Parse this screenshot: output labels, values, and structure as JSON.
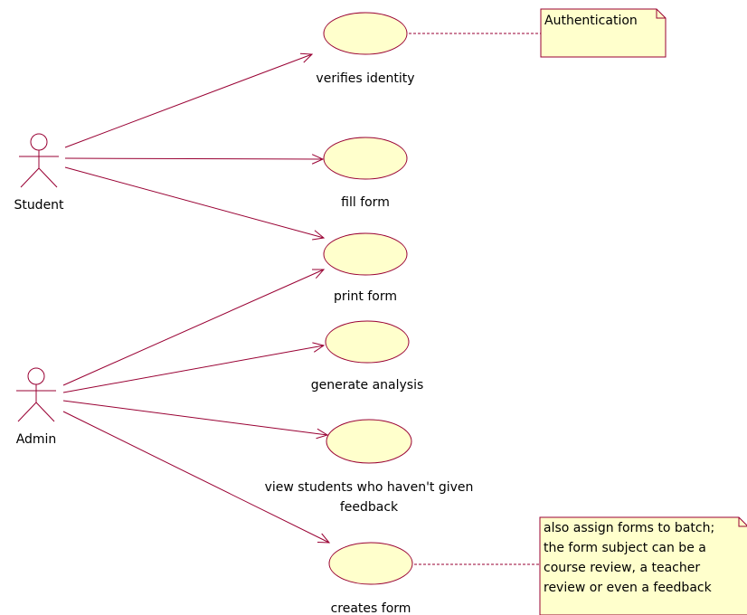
{
  "actors": [
    {
      "id": "student",
      "label": "Student"
    },
    {
      "id": "admin",
      "label": "Admin"
    }
  ],
  "use_cases": [
    {
      "id": "uc1",
      "label_lines": [
        "verifies identity"
      ]
    },
    {
      "id": "uc2",
      "label_lines": [
        "fill form"
      ]
    },
    {
      "id": "uc3",
      "label_lines": [
        "print form"
      ]
    },
    {
      "id": "uc4",
      "label_lines": [
        "generate analysis"
      ]
    },
    {
      "id": "uc5",
      "label_lines": [
        "view students who haven't given",
        "feedback"
      ]
    },
    {
      "id": "uc6",
      "label_lines": [
        "creates form"
      ]
    }
  ],
  "notes": [
    {
      "id": "note1",
      "lines": [
        "Authentication"
      ]
    },
    {
      "id": "note2",
      "lines": [
        "also assign forms to batch;",
        "the form subject can be a",
        "course review, a teacher",
        "review or even a feedback"
      ]
    }
  ],
  "associations": [
    {
      "from": "student",
      "to": "uc1"
    },
    {
      "from": "student",
      "to": "uc2"
    },
    {
      "from": "student",
      "to": "uc3"
    },
    {
      "from": "admin",
      "to": "uc3"
    },
    {
      "from": "admin",
      "to": "uc4"
    },
    {
      "from": "admin",
      "to": "uc5"
    },
    {
      "from": "admin",
      "to": "uc6"
    }
  ],
  "note_links": [
    {
      "use_case": "uc1",
      "note": "note1"
    },
    {
      "use_case": "uc6",
      "note": "note2"
    }
  ],
  "colors": {
    "line": "#990033",
    "ellipse_fill": "#ffffcc",
    "note_fill": "#ffffcc",
    "text": "#000000"
  }
}
